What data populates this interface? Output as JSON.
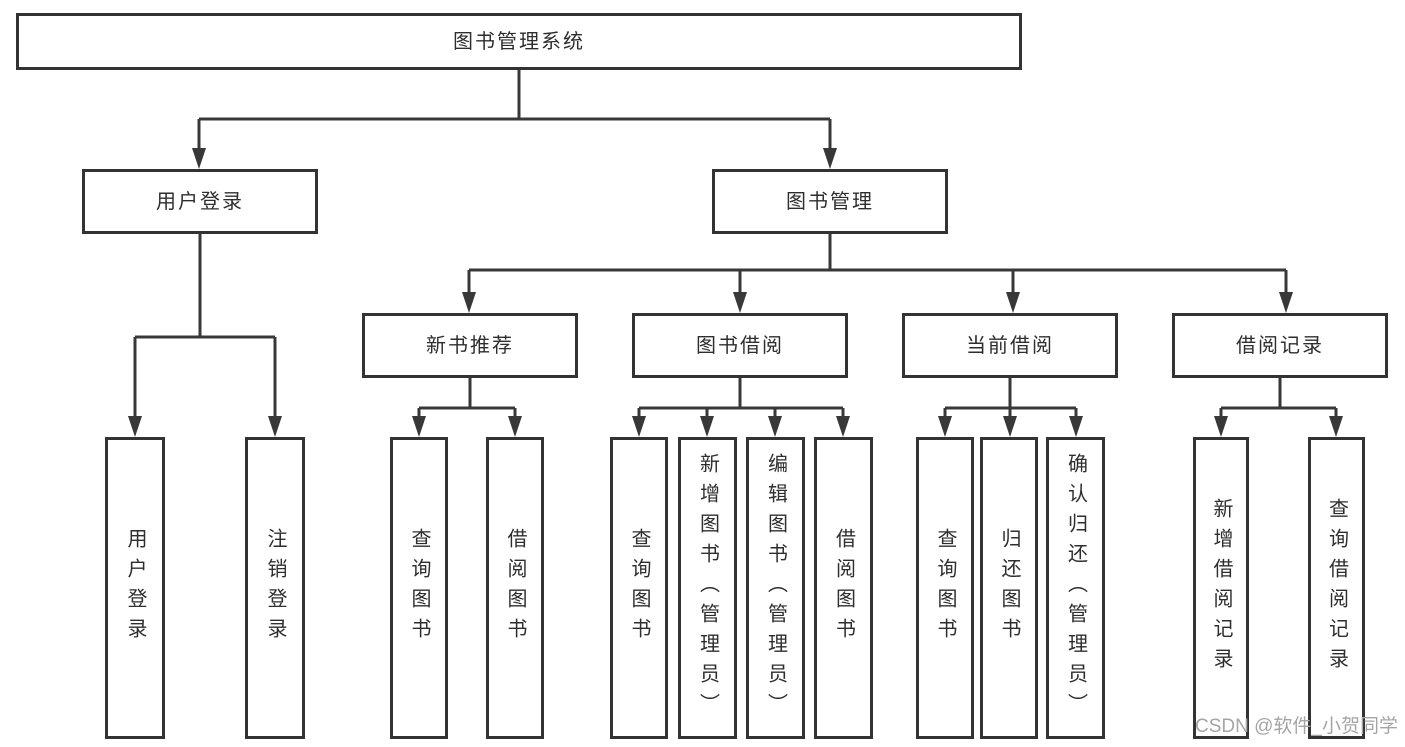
{
  "tree": {
    "root": {
      "label": "图书管理系统"
    },
    "user": {
      "label": "用户登录",
      "children": [
        {
          "label": "用户登录"
        },
        {
          "label": "注销登录"
        }
      ]
    },
    "book": {
      "label": "图书管理",
      "groups": [
        {
          "label": "新书推荐",
          "children": [
            {
              "label": "查询图书"
            },
            {
              "label": "借阅图书"
            }
          ]
        },
        {
          "label": "图书借阅",
          "children": [
            {
              "label": "查询图书"
            },
            {
              "label": "新增图书（管理员）"
            },
            {
              "label": "编辑图书（管理员）"
            },
            {
              "label": "借阅图书"
            }
          ]
        },
        {
          "label": "当前借阅",
          "children": [
            {
              "label": "查询图书"
            },
            {
              "label": "归还图书"
            },
            {
              "label": "确认归还（管理员）"
            }
          ]
        },
        {
          "label": "借阅记录",
          "children": [
            {
              "label": "新增借阅记录"
            },
            {
              "label": "查询借阅记录"
            }
          ]
        }
      ]
    }
  },
  "watermark": {
    "text": "CSDN @软件_小贺同学"
  },
  "colors": {
    "line": "#383838",
    "text": "#2e2e2e",
    "watermark": "#a5a5a5"
  }
}
